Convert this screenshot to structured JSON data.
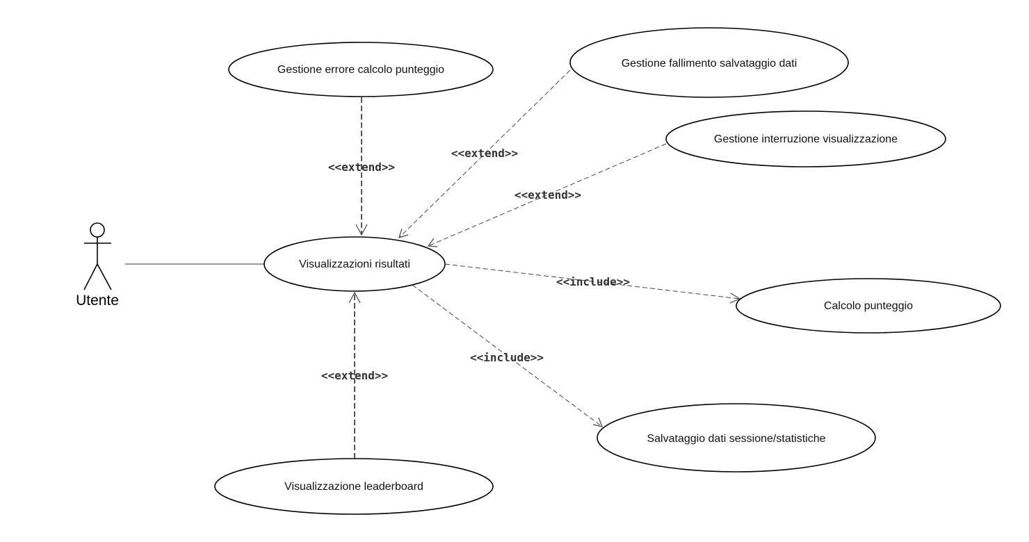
{
  "diagram": {
    "actor": {
      "label": "Utente"
    },
    "use_cases": {
      "main": "Visualizzazioni risultati",
      "errore_punteggio": "Gestione errore calcolo punteggio",
      "fallimento_salvataggio": "Gestione fallimento salvataggio dati",
      "interruzione": "Gestione interruzione visualizzazione",
      "calcolo": "Calcolo punteggio",
      "salvataggio": "Salvataggio dati sessione/statistiche",
      "leaderboard": "Visualizzazione leaderboard"
    },
    "relations": {
      "extend_errore": "<<extend>>",
      "extend_fallimento": "<<extend>>",
      "extend_interruzione": "<<extend>>",
      "include_calcolo": "<<include>>",
      "include_salvataggio": "<<include>>",
      "extend_leaderboard": "<<extend>>"
    }
  }
}
